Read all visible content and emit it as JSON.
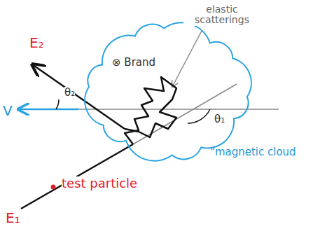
{
  "diagram": {
    "nodes": [
      {
        "text": [
          "⊗ Brand",
          "\"magnetic cloud"
        ]
      }
    ],
    "labels": [
      "elastic scatterings",
      "E₂",
      "V",
      "θ₂",
      "θ₁",
      "test particle",
      "E₁"
    ]
  }
}
